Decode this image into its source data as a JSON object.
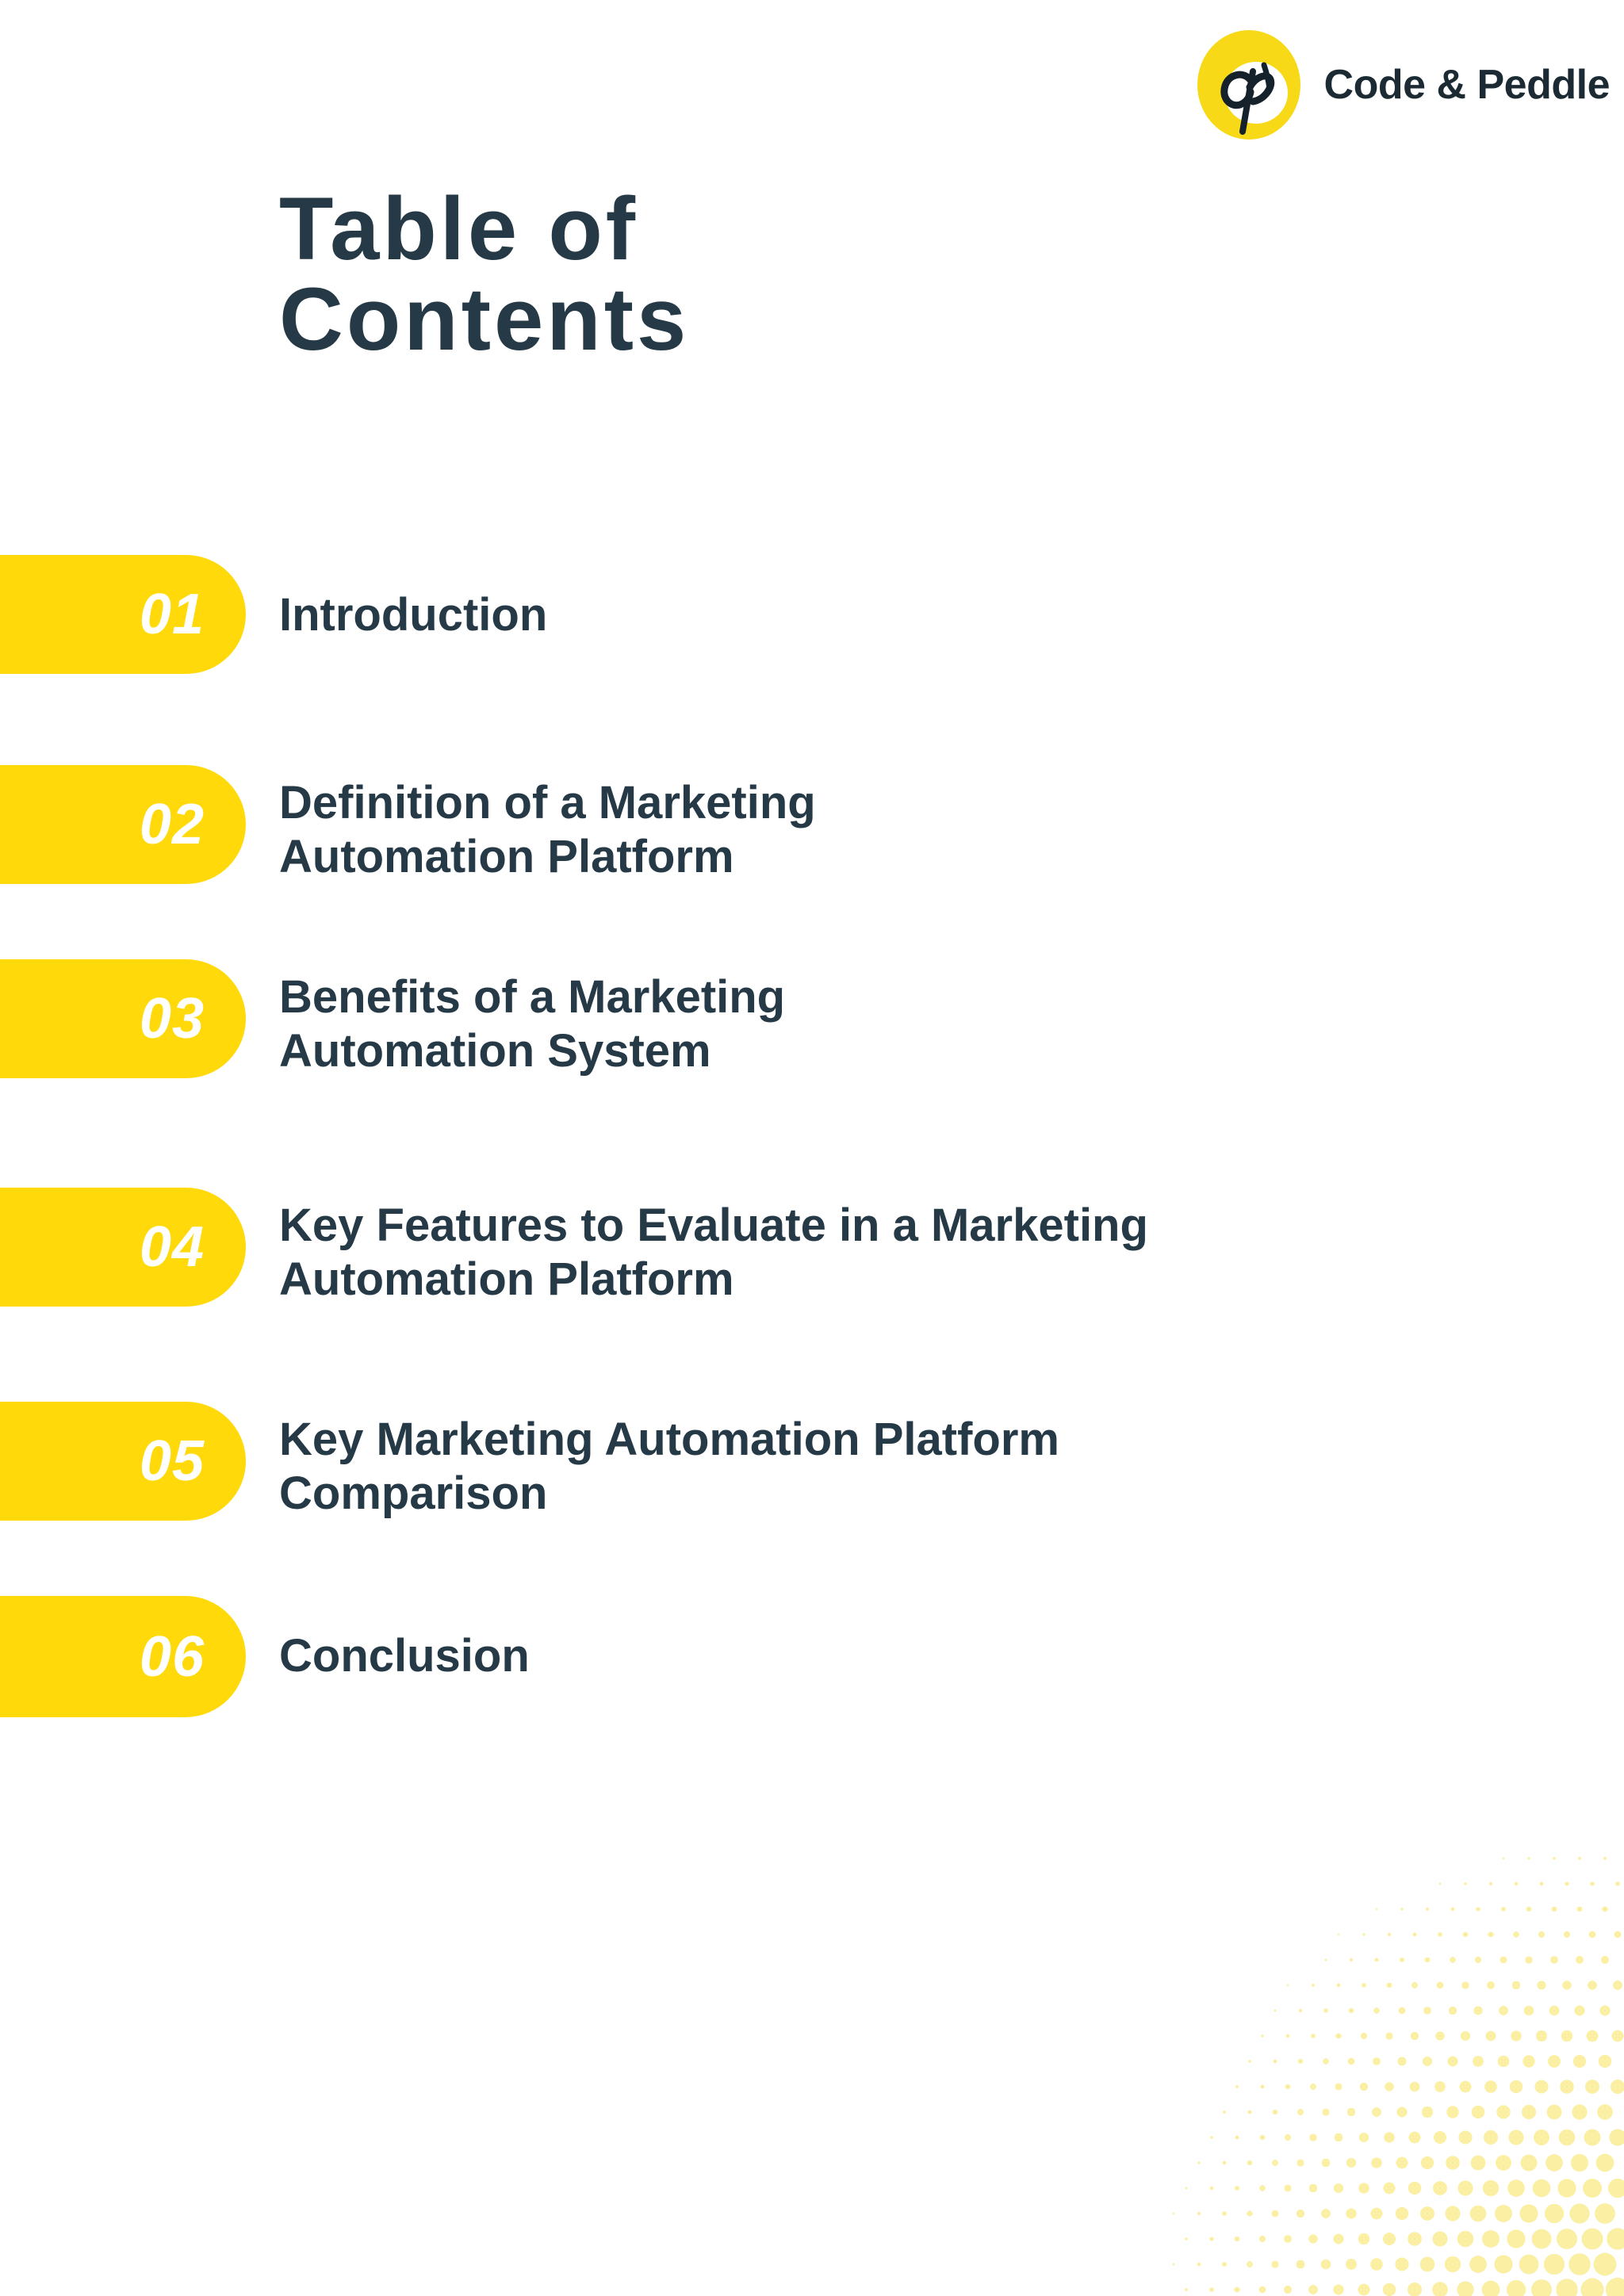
{
  "brand": {
    "name": "Code & Peddle",
    "monogram": "cp",
    "logo_circle_color": "#F7D917",
    "logo_text_color": "#1c2a33"
  },
  "page": {
    "title_line_1": "Table of",
    "title_line_2": "Contents",
    "title_color": "#253a46",
    "background_color": "#ffffff",
    "accent_color": "#FFD90A",
    "decoration_dot_color": "#FAEFA2"
  },
  "toc": {
    "items": [
      {
        "number": "01",
        "label": "Introduction"
      },
      {
        "number": "02",
        "label": "Definition of a Marketing Automation Platform"
      },
      {
        "number": "03",
        "label": "Benefits of a Marketing Automation System"
      },
      {
        "number": "04",
        "label": "Key Features to Evaluate in a Marketing Automation Platform"
      },
      {
        "number": "05",
        "label": "Key Marketing Automation Platform Comparison"
      },
      {
        "number": "06",
        "label": "Conclusion"
      }
    ]
  }
}
